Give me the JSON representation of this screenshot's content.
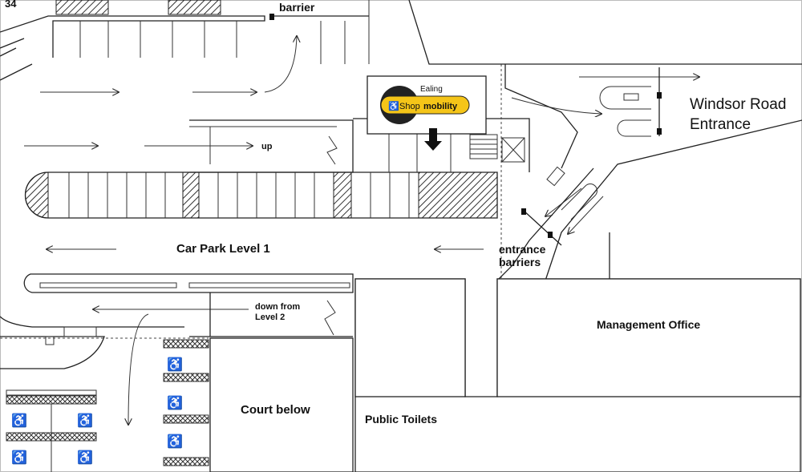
{
  "map": {
    "level_title": "Car Park Level 1",
    "space_number": "34",
    "labels": {
      "barrier": "barrier",
      "up": "up",
      "down_from_line1": "down from",
      "down_from_line2": "Level 2",
      "entrance_line1": "entrance",
      "entrance_line2": "barriers",
      "windsor_line1": "Windsor Road",
      "windsor_line2": "Entrance",
      "court_below": "Court below",
      "management_office": "Management Office",
      "public_toilets": "Public Toilets"
    },
    "shopmobility": {
      "location": "Ealing",
      "brand_prefix": "Shop",
      "brand_suffix": "mobility",
      "badge_color": "#f5c518",
      "circle_color": "#222222"
    },
    "colors": {
      "line": "#222222",
      "hatch": "#333333",
      "background": "#ffffff"
    },
    "icons": [
      "accessible-parking-icon",
      "direction-arrow-icon",
      "stairs-icon",
      "barrier-icon"
    ]
  }
}
